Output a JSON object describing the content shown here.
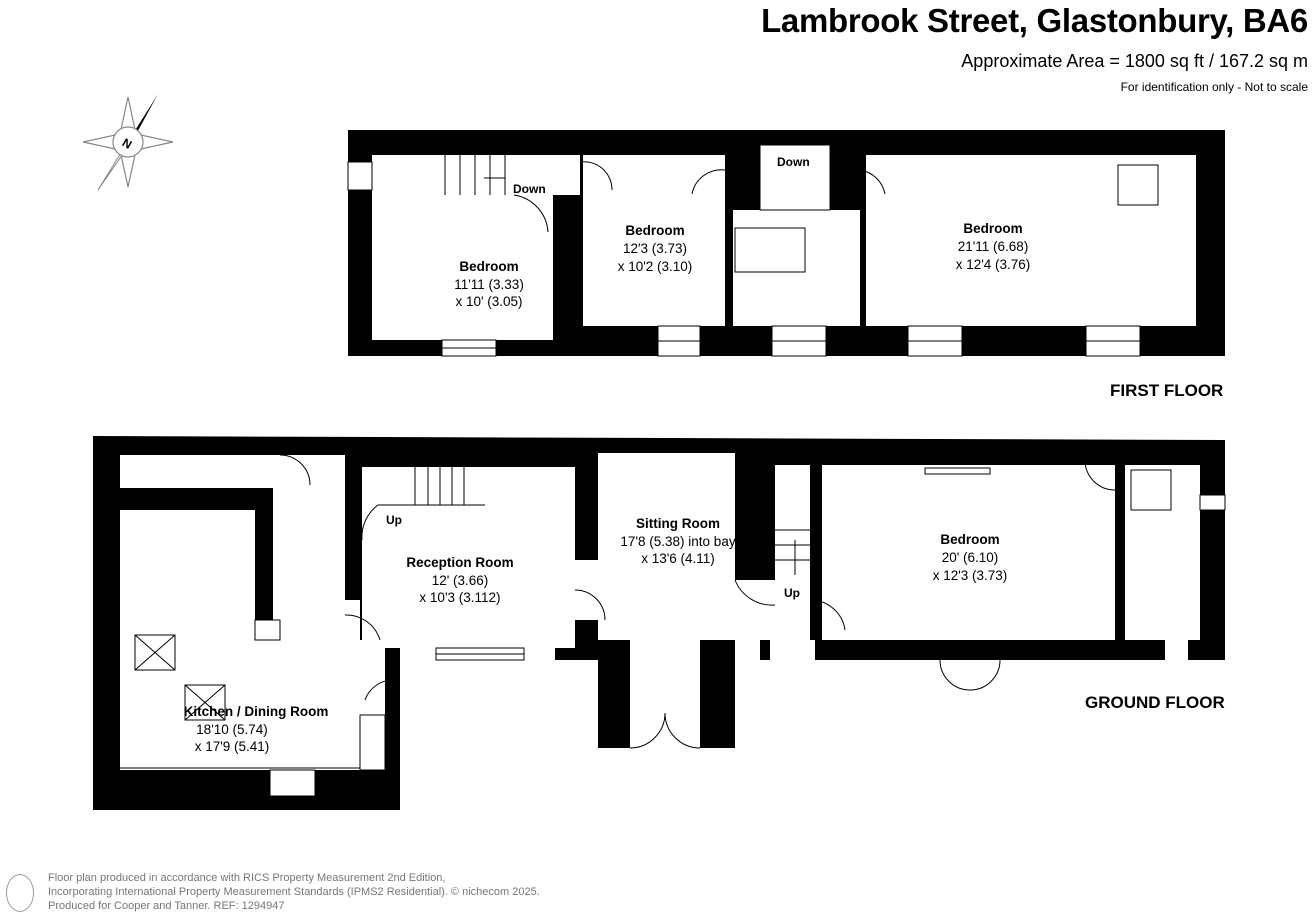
{
  "header": {
    "title": "Lambrook Street, Glastonbury, BA6",
    "area": "Approximate Area = 1800 sq ft / 167.2 sq m",
    "note": "For identification only - Not to scale"
  },
  "compass": {
    "label": "N"
  },
  "floors": [
    {
      "label": "FIRST FLOOR",
      "rooms": [
        {
          "name": "Bedroom",
          "dim1": "11'11 (3.33)",
          "dim2": "x 10' (3.05)"
        },
        {
          "name": "Bedroom",
          "dim1": "12'3 (3.73)",
          "dim2": "x 10'2 (3.10)"
        },
        {
          "name": "Bedroom",
          "dim1": "21'11 (6.68)",
          "dim2": "x 12'4 (3.76)"
        }
      ],
      "stair_labels": [
        "Down",
        "Down"
      ]
    },
    {
      "label": "GROUND FLOOR",
      "rooms": [
        {
          "name": "Kitchen / Dining Room",
          "dim1": "18'10 (5.74)",
          "dim2": "x 17'9 (5.41)"
        },
        {
          "name": "Reception Room",
          "dim1": "12' (3.66)",
          "dim2": "x 10'3 (3.112)"
        },
        {
          "name": "Sitting Room",
          "dim1": "17'8 (5.38) into bay",
          "dim2": "x 13'6 (4.11)"
        },
        {
          "name": "Bedroom",
          "dim1": "20' (6.10)",
          "dim2": "x 12'3 (3.73)"
        }
      ],
      "stair_labels": [
        "Up",
        "Up"
      ]
    }
  ],
  "footer": {
    "line1": "Floor plan produced in accordance with RICS Property Measurement 2nd Edition,",
    "line2": "Incorporating International Property Measurement Standards (IPMS2 Residential).   © nichecom 2025.",
    "line3": "Produced for Cooper and Tanner.   REF: 1294947"
  }
}
